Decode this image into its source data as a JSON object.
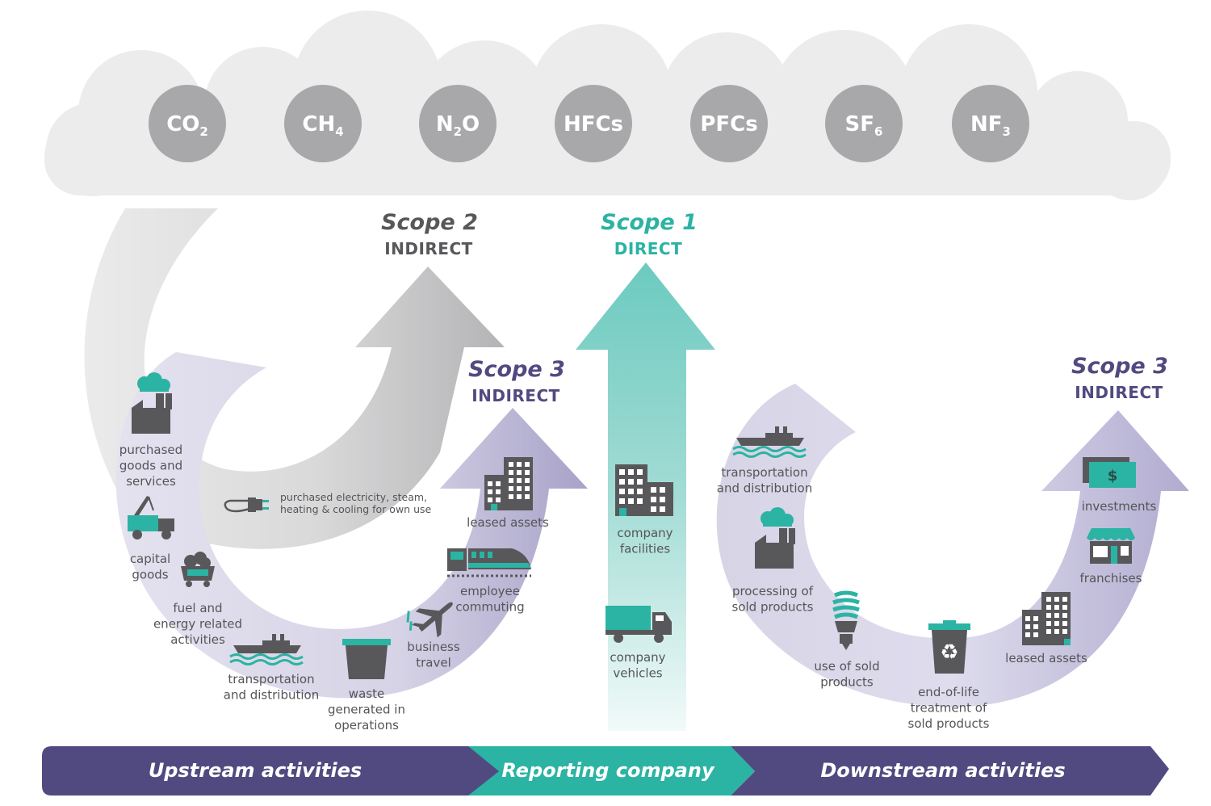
{
  "gases": [
    {
      "base": "CO",
      "sub": "2",
      "suffix": ""
    },
    {
      "base": "CH",
      "sub": "4",
      "suffix": ""
    },
    {
      "base": "N",
      "sub": "2",
      "suffix": "O"
    },
    {
      "base": "HFCs",
      "sub": "",
      "suffix": ""
    },
    {
      "base": "PFCs",
      "sub": "",
      "suffix": ""
    },
    {
      "base": "SF",
      "sub": "6",
      "suffix": ""
    },
    {
      "base": "NF",
      "sub": "3",
      "suffix": ""
    }
  ],
  "scopes": {
    "scope2": {
      "title": "Scope 2",
      "kind": "INDIRECT"
    },
    "scope1": {
      "title": "Scope 1",
      "kind": "DIRECT"
    },
    "scope3_upstream": {
      "title": "Scope 3",
      "kind": "INDIRECT"
    },
    "scope3_downstream": {
      "title": "Scope 3",
      "kind": "INDIRECT"
    }
  },
  "scope2_item": [
    "purchased electricity, steam,",
    "heating & cooling for own use"
  ],
  "upstream_items": {
    "purchased_goods": [
      "purchased",
      "goods and",
      "services"
    ],
    "capital_goods": [
      "capital",
      "goods"
    ],
    "fuel_energy": [
      "fuel and",
      "energy related",
      "activities"
    ],
    "transportation": [
      "transportation",
      "and distribution"
    ],
    "waste": [
      "waste",
      "generated in",
      "operations"
    ],
    "business_travel": [
      "business",
      "travel"
    ],
    "employee_commuting": [
      "employee",
      "commuting"
    ],
    "leased_assets": [
      "leased assets"
    ]
  },
  "company_items": {
    "facilities": [
      "company",
      "facilities"
    ],
    "vehicles": [
      "company",
      "vehicles"
    ]
  },
  "downstream_items": {
    "transportation": [
      "transportation",
      "and distribution"
    ],
    "processing": [
      "processing of",
      "sold products"
    ],
    "use": [
      "use of sold",
      "products"
    ],
    "end_of_life": [
      "end-of-life",
      "treatment of",
      "sold products"
    ],
    "leased_assets": [
      "leased assets"
    ],
    "franchises": [
      "franchises"
    ],
    "investments": [
      "investments"
    ]
  },
  "bottom_band": {
    "upstream": "Upstream activities",
    "reporting": "Reporting company",
    "downstream": "Downstream activities"
  },
  "colors": {
    "teal": "#2bb3a3",
    "purple": "#514a80",
    "gray_dark": "#58585b",
    "gas_circle": "#a8a8aa",
    "cloud": "#ececed"
  },
  "icons": {
    "investments_symbol": "$",
    "recycle_symbol": "♻"
  }
}
